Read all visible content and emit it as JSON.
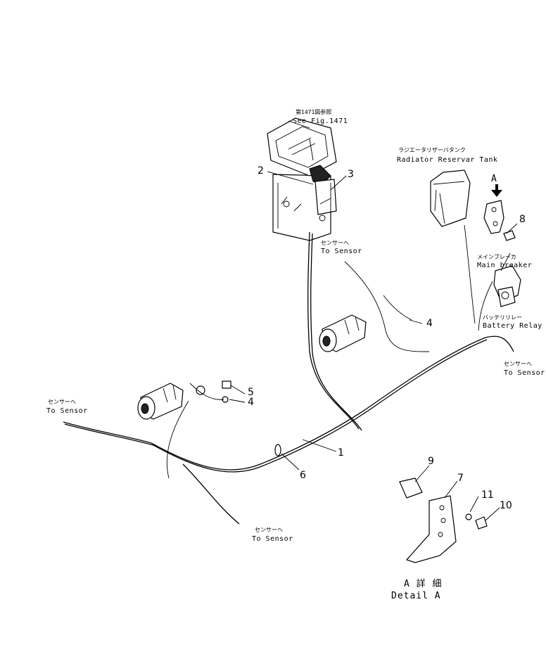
{
  "labels": {
    "fig_ref_jp": "第1471図参照",
    "fig_ref_en": "See Fig.1471",
    "tank_jp": "ラジエータリザーバタンク",
    "tank_en": "Radiator Reservar Tank",
    "breaker_jp": "メインブレーカ",
    "breaker_en": "Main breaker",
    "relay_jp": "バッテリリレー",
    "relay_en": "Battery Relay",
    "sensor_jp": "センサーへ",
    "sensor_en": "To Sensor",
    "arrow_a": "A",
    "detail_jp": "A 詳 細",
    "detail_en": "Detail A"
  },
  "callouts": {
    "c1": "1",
    "c2": "2",
    "c3": "3",
    "c4a": "4",
    "c4b": "4",
    "c5": "5",
    "c6": "6",
    "c7": "7",
    "c8": "8",
    "c9": "9",
    "c10": "10",
    "c11": "11"
  }
}
